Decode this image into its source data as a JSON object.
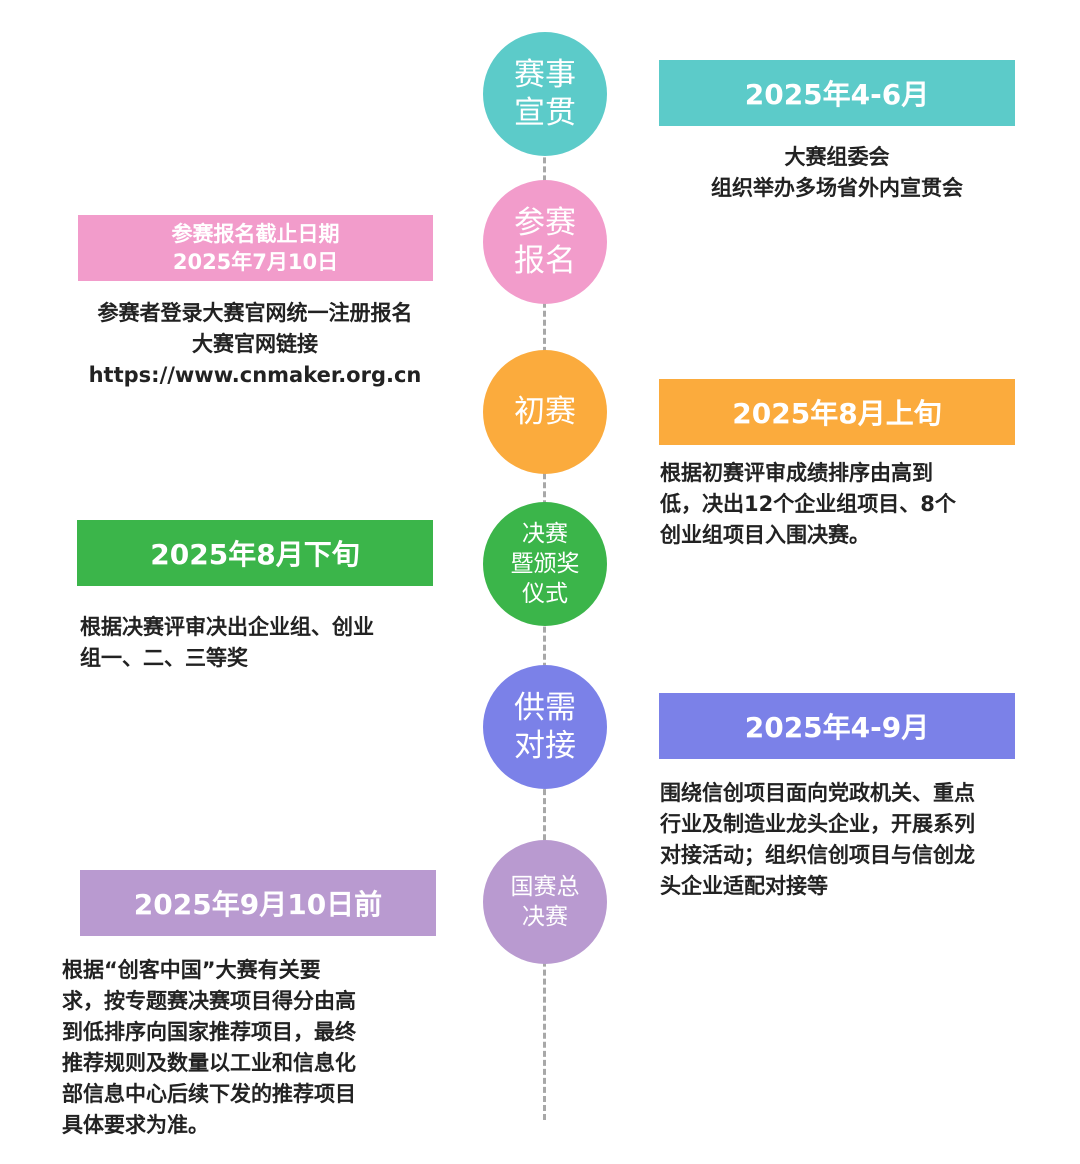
{
  "colors": {
    "teal": "#5ccbc9",
    "pink": "#f29ccb",
    "orange": "#fbab3d",
    "green": "#3bb54a",
    "blue": "#7b81e8",
    "purple": "#b99ad0",
    "axis": "#a8a8a8",
    "text": "#222222"
  },
  "stages": [
    {
      "stage": "赛事\n宣贯",
      "date": "2025年4-6月",
      "description": "大赛组委会\n组织举办多场省外内宣贯会"
    },
    {
      "stage": "参赛\n报名",
      "date": "参赛报名截止日期\n2025年7月10日",
      "description": "参赛者登录大赛官网统一注册报名\n大赛官网链接\nhttps://www.cnmaker.org.cn"
    },
    {
      "stage": "初赛",
      "date": "2025年8月上旬",
      "description": "根据初赛评审成绩排序由高到\n低，决出12个企业组项目、8个\n创业组项目入围决赛。"
    },
    {
      "stage": "决赛\n暨颁奖\n仪式",
      "date": "2025年8月下旬",
      "description": "根据决赛评审决出企业组、创业\n组一、二、三等奖"
    },
    {
      "stage": "供需\n对接",
      "date": "2025年4-9月",
      "description": "围绕信创项目面向党政机关、重点\n行业及制造业龙头企业，开展系列\n对接活动；组织信创项目与信创龙\n头企业适配对接等"
    },
    {
      "stage": "国赛总\n决赛",
      "date": "2025年9月10日前",
      "description": "根据“创客中国”大赛有关要\n求，按专题赛决赛项目得分由高\n到低排序向国家推荐项目，最终\n推荐规则及数量以工业和信息化\n部信息中心后续下发的推荐项目\n具体要求为准。"
    }
  ]
}
